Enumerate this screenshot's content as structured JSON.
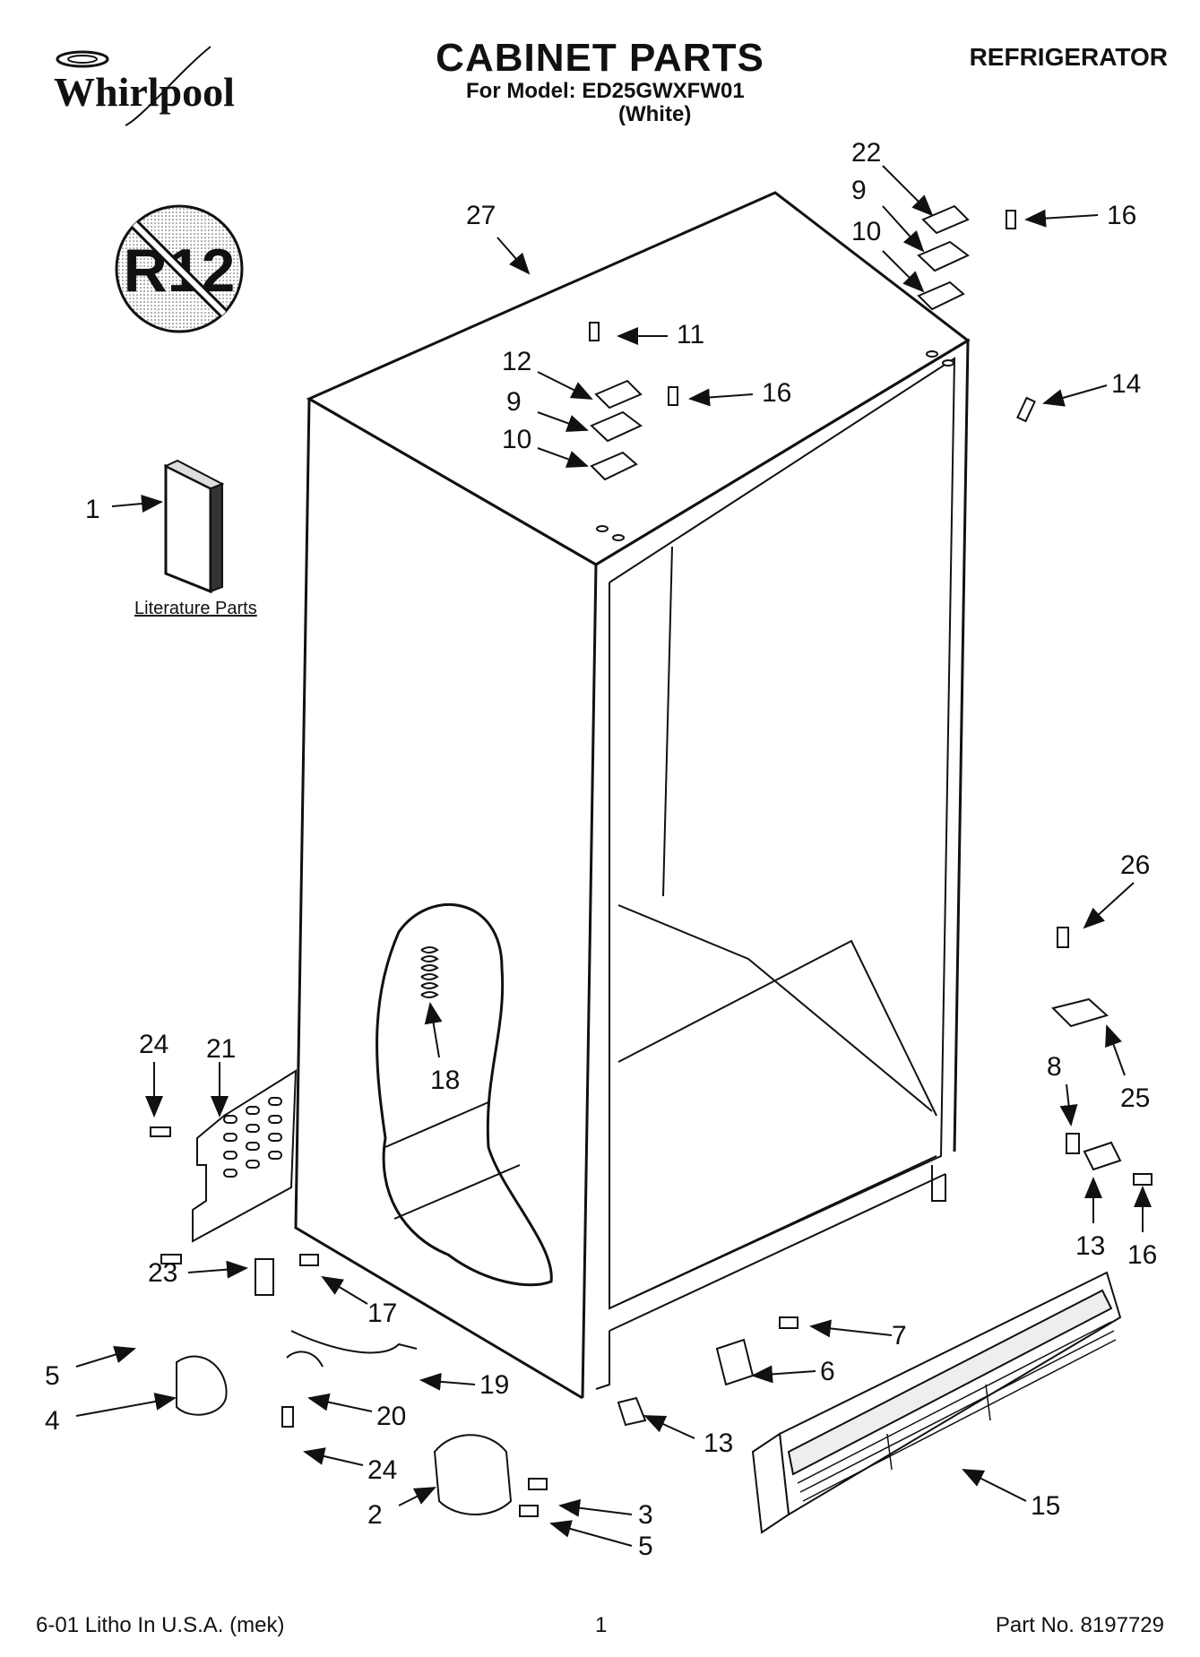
{
  "header": {
    "brand": "Whirlpool",
    "title": "CABINET PARTS",
    "model_line": "For Model: ED25GWXFW01",
    "color_line": "(White)",
    "product": "REFRIGERATOR"
  },
  "badge": {
    "text": "R12"
  },
  "literature_label": "Literature Parts",
  "callouts": [
    {
      "id": "c27",
      "text": "27"
    },
    {
      "id": "c22",
      "text": "22"
    },
    {
      "id": "c9a",
      "text": "9"
    },
    {
      "id": "c10a",
      "text": "10"
    },
    {
      "id": "c16a",
      "text": "16"
    },
    {
      "id": "c11",
      "text": "11"
    },
    {
      "id": "c12",
      "text": "12"
    },
    {
      "id": "c16b",
      "text": "16"
    },
    {
      "id": "c9b",
      "text": "9"
    },
    {
      "id": "c10b",
      "text": "10"
    },
    {
      "id": "c14",
      "text": "14"
    },
    {
      "id": "c1",
      "text": "1"
    },
    {
      "id": "c26",
      "text": "26"
    },
    {
      "id": "c8",
      "text": "8"
    },
    {
      "id": "c25",
      "text": "25"
    },
    {
      "id": "c24a",
      "text": "24"
    },
    {
      "id": "c21",
      "text": "21"
    },
    {
      "id": "c18",
      "text": "18"
    },
    {
      "id": "c13a",
      "text": "13"
    },
    {
      "id": "c16c",
      "text": "16"
    },
    {
      "id": "c23",
      "text": "23"
    },
    {
      "id": "c17",
      "text": "17"
    },
    {
      "id": "c7",
      "text": "7"
    },
    {
      "id": "c6",
      "text": "6"
    },
    {
      "id": "c5a",
      "text": "5"
    },
    {
      "id": "c19",
      "text": "19"
    },
    {
      "id": "c4",
      "text": "4"
    },
    {
      "id": "c20",
      "text": "20"
    },
    {
      "id": "c13b",
      "text": "13"
    },
    {
      "id": "c24b",
      "text": "24"
    },
    {
      "id": "c15",
      "text": "15"
    },
    {
      "id": "c3",
      "text": "3"
    },
    {
      "id": "c2",
      "text": "2"
    },
    {
      "id": "c5b",
      "text": "5"
    }
  ],
  "footer": {
    "left": "6-01 Litho In U.S.A. (mek)",
    "page": "1",
    "part_no": "Part No. 8197729"
  }
}
